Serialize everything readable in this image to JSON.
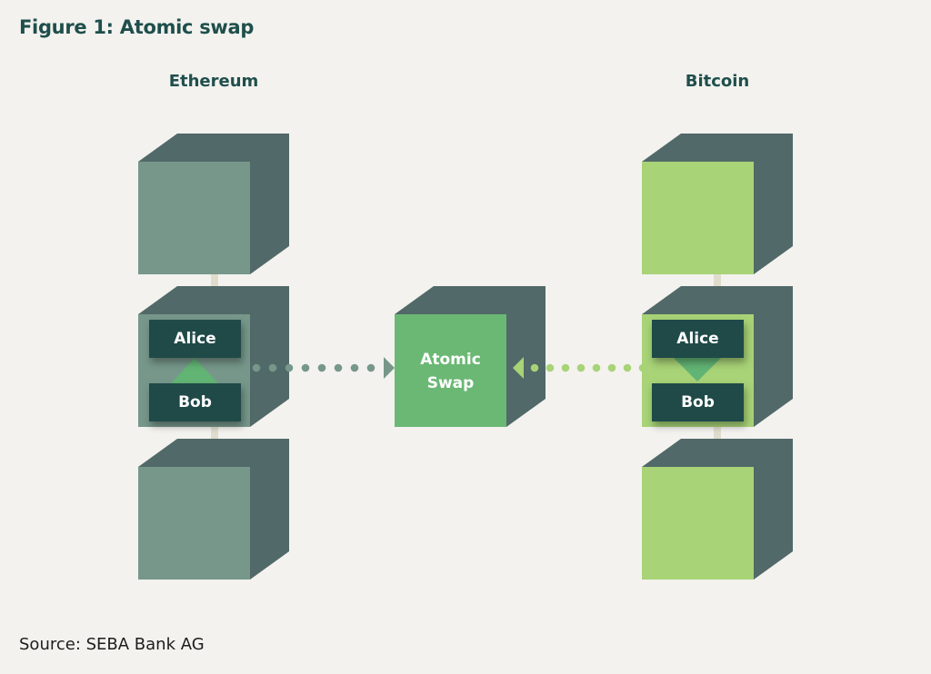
{
  "figure": {
    "title": "Figure 1: Atomic swap",
    "source": "Source: SEBA Bank AG"
  },
  "chains": {
    "ethereum": {
      "label": "Ethereum",
      "front_color": "#77978b",
      "parties": {
        "top": "Alice",
        "bottom": "Bob"
      },
      "arrow_direction": "up"
    },
    "bitcoin": {
      "label": "Bitcoin",
      "front_color": "#a8d377",
      "parties": {
        "top": "Alice",
        "bottom": "Bob"
      },
      "arrow_direction": "down"
    }
  },
  "swap": {
    "line1": "Atomic",
    "line2": "Swap",
    "front_color": "#6bb874"
  },
  "colors": {
    "background": "#f3f2ee",
    "cube_side": "#516968",
    "connector": "#e0dccd",
    "label_box": "#1f4a48",
    "eth_dots": "#77978b",
    "btc_dots": "#a8d377",
    "triangle": "#62b474",
    "text_dark": "#1f4f4c"
  }
}
